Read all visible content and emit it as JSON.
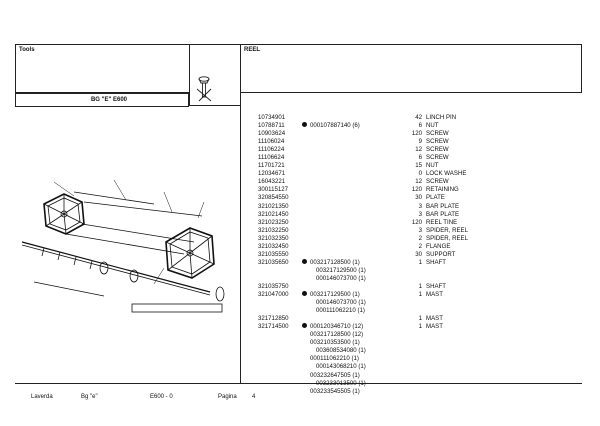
{
  "header": {
    "tools_label": "Tools",
    "reel_label": "REEL",
    "model_label": "BG \"E\" E600"
  },
  "parts": [
    {
      "code": "10734901",
      "ref": "",
      "qty": "42",
      "desc": "LINCH PIN"
    },
    {
      "code": "10788711",
      "ref": "000107887140  (6)",
      "qty": "6",
      "desc": "NUT",
      "dot": true
    },
    {
      "code": "10903624",
      "ref": "",
      "qty": "120",
      "desc": "SCREW"
    },
    {
      "code": "11106024",
      "ref": "",
      "qty": "9",
      "desc": "SCREW"
    },
    {
      "code": "11106224",
      "ref": "",
      "qty": "12",
      "desc": "SCREW"
    },
    {
      "code": "11106624",
      "ref": "",
      "qty": "6",
      "desc": "SCREW"
    },
    {
      "code": "11701721",
      "ref": "",
      "qty": "15",
      "desc": "NUT"
    },
    {
      "code": "12034671",
      "ref": "",
      "qty": "0",
      "desc": "LOCK WASHE"
    },
    {
      "code": "16043221",
      "ref": "",
      "qty": "12",
      "desc": "SCREW"
    },
    {
      "code": "300115127",
      "ref": "",
      "qty": "120",
      "desc": "RETAINING"
    },
    {
      "code": "320854550",
      "ref": "",
      "qty": "30",
      "desc": "PLATE"
    },
    {
      "code": "321021350",
      "ref": "",
      "qty": "3",
      "desc": "BAR PLATE"
    },
    {
      "code": "321021450",
      "ref": "",
      "qty": "3",
      "desc": "BAR PLATE"
    },
    {
      "code": "321023250",
      "ref": "",
      "qty": "120",
      "desc": "REEL TINE"
    },
    {
      "code": "321032250",
      "ref": "",
      "qty": "3",
      "desc": "SPIDER, REEL"
    },
    {
      "code": "321032350",
      "ref": "",
      "qty": "2",
      "desc": "SPIDER, REEL"
    },
    {
      "code": "321032450",
      "ref": "",
      "qty": "2",
      "desc": "FLANGE"
    },
    {
      "code": "321035550",
      "ref": "",
      "qty": "30",
      "desc": "SUPPORT"
    },
    {
      "code": "321035650",
      "ref": "003217128500  (1)",
      "qty": "1",
      "desc": "SHAFT",
      "dot": true
    },
    {
      "code": "",
      "ref": "003217129500  (1)",
      "qty": "",
      "desc": "",
      "indent": true
    },
    {
      "code": "",
      "ref": "000146073700  (1)",
      "qty": "",
      "desc": "",
      "indent": true
    },
    {
      "code": "321035750",
      "ref": "",
      "qty": "1",
      "desc": "SHAFT"
    },
    {
      "code": "321047000",
      "ref": "003217129500  (1)",
      "qty": "1",
      "desc": "MAST",
      "dot": true
    },
    {
      "code": "",
      "ref": "000146073700  (1)",
      "qty": "",
      "desc": "",
      "indent": true
    },
    {
      "code": "",
      "ref": "000111062210  (1)",
      "qty": "",
      "desc": "",
      "indent": true
    },
    {
      "code": "321712850",
      "ref": "",
      "qty": "1",
      "desc": "MAST"
    },
    {
      "code": "321714500",
      "ref": "000120346710  (12)",
      "qty": "1",
      "desc": "MAST",
      "dot": true
    },
    {
      "code": "",
      "ref": "003217128500  (12)",
      "qty": "",
      "desc": ""
    },
    {
      "code": "",
      "ref": "003210353500  (1)",
      "qty": "",
      "desc": ""
    },
    {
      "code": "",
      "ref": "003608534080  (1)",
      "qty": "",
      "desc": "",
      "indent": true
    },
    {
      "code": "",
      "ref": "000111062210  (1)",
      "qty": "",
      "desc": ""
    },
    {
      "code": "",
      "ref": "000143068210  (1)",
      "qty": "",
      "desc": "",
      "indent": true
    },
    {
      "code": "",
      "ref": "003232647505  (1)",
      "qty": "",
      "desc": ""
    },
    {
      "code": "",
      "ref": "003233013500  (1)",
      "qty": "",
      "desc": "",
      "indent": true
    },
    {
      "code": "",
      "ref": "003233545505  (1)",
      "qty": "",
      "desc": ""
    }
  ],
  "footer": {
    "brand": "Laverda",
    "model": "Bg \"e\"",
    "series": "E600 - 0",
    "page_label": "Pagina",
    "page_number": "4"
  },
  "icons": {
    "tool": "hammer-tool-icon",
    "diagram": "reel-exploded-diagram"
  }
}
